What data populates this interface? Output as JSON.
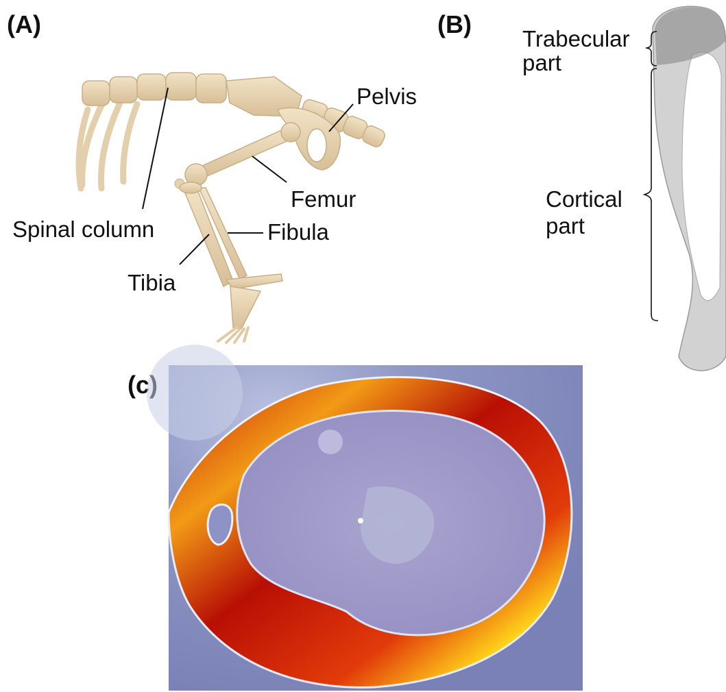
{
  "panels": {
    "a": {
      "label": "(A)",
      "annotations": {
        "pelvis": "Pelvis",
        "femur": "Femur",
        "spinal_column": "Spinal column",
        "fibula": "Fibula",
        "tibia": "Tibia"
      }
    },
    "b": {
      "label": "(B)",
      "annotations": {
        "trabecular_line1": "Trabecular",
        "trabecular_line2": "part",
        "cortical_line1": "Cortical",
        "cortical_line2": "part"
      }
    },
    "c": {
      "label": "(c)"
    }
  },
  "colors": {
    "bone": "#e6d2b0",
    "bone_shade": "#cdb48c",
    "micro_ct_bone": "#c9c9c9",
    "section_background": "#8e96c4",
    "marrow": "#9a96c8",
    "cortex_red": "#c41a08",
    "cortex_yellow": "#ffd51a"
  }
}
